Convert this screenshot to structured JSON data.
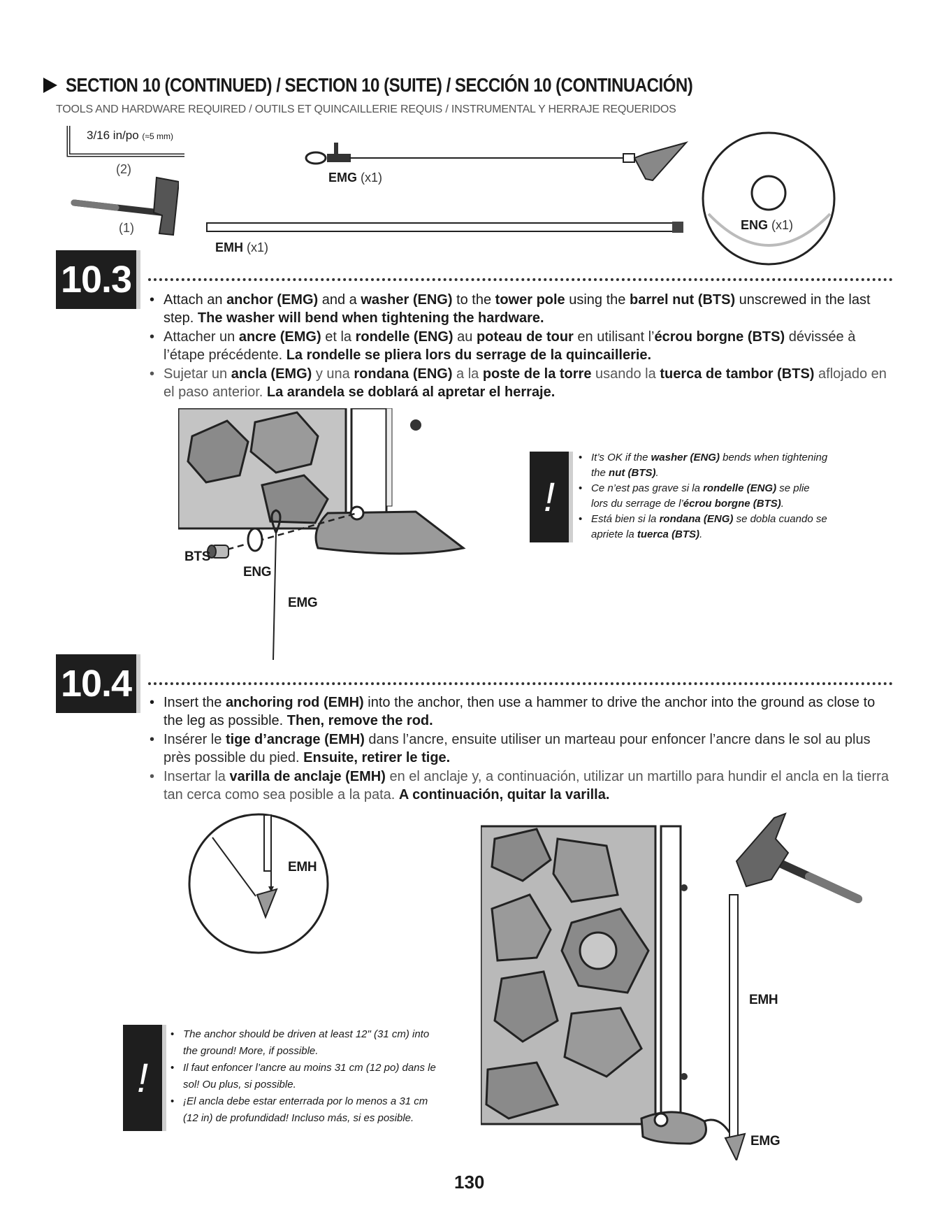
{
  "header": {
    "title": "SECTION 10 (CONTINUED) / SECTION 10 (SUITE) / SECCIÓN 10 (CONTINUACIÓN)",
    "tools_title": "TOOLS AND HARDWARE REQUIRED / OUTILS ET QUINCAILLERIE REQUIS / INSTRUMENTAL Y HERRAJE REQUERIDOS"
  },
  "tools": {
    "hex_key": {
      "size": "3/16 in/po",
      "metric": "(≈5 mm)",
      "qty": "(2)"
    },
    "hammer": {
      "qty": "(1)"
    }
  },
  "hardware": [
    {
      "code": "EMG",
      "qty": "(x1)"
    },
    {
      "code": "EMH",
      "qty": "(x1)"
    },
    {
      "code": "ENG",
      "qty": "(x1)"
    }
  ],
  "step_10_3": {
    "number": "10.3",
    "en": [
      "Attach an ",
      "anchor (EMG)",
      " and a ",
      "washer (ENG)",
      " to the ",
      "tower pole",
      " using the ",
      "barrel nut (BTS)",
      " unscrewed in the last step. ",
      "The washer will bend when tightening the hardware."
    ],
    "fr": [
      "Attacher un ",
      "ancre (EMG)",
      " et la ",
      "rondelle (ENG)",
      " au ",
      "poteau de tour",
      " en utilisant l’",
      "écrou borgne (BTS)",
      " dévissée à l’étape précédente. ",
      "La rondelle se pliera lors du serrage de la quincaillerie."
    ],
    "es": [
      "Sujetar un ",
      "ancla (EMG)",
      " y una ",
      "rondana (ENG)",
      " a la ",
      "poste de la torre",
      " usando la ",
      "tuerca de tambor (BTS)",
      " aflojado en el paso anterior. ",
      "La arandela se doblará al apretar el herraje."
    ],
    "figure_labels": {
      "bts": "BTS",
      "eng": "ENG",
      "emg": "EMG"
    },
    "warning": {
      "symbol": "!",
      "en": [
        "It’s OK if the ",
        "washer (ENG)",
        " bends when tightening the ",
        "nut (BTS)",
        "."
      ],
      "fr": [
        "Ce n’est pas grave si la ",
        "rondelle (ENG)",
        " se plie lors du serrage de l’",
        "écrou borgne (BTS)",
        "."
      ],
      "es": [
        "Está bien si la ",
        "rondana (ENG)",
        " se dobla cuando se apriete la ",
        "tuerca (BTS)",
        "."
      ]
    }
  },
  "step_10_4": {
    "number": "10.4",
    "en": [
      "Insert the ",
      "anchoring rod (EMH)",
      " into the anchor, then use a hammer to drive the anchor into the ground as close to the leg as possible. ",
      "Then, remove the rod."
    ],
    "fr": [
      "Insérer le ",
      "tige d’ancrage (EMH)",
      " dans l’ancre, ensuite utiliser un marteau pour enfoncer l’ancre dans le sol au plus près possible du pied. ",
      "Ensuite, retirer le tige."
    ],
    "es": [
      "Insertar la ",
      "varilla de anclaje (EMH)",
      " en el anclaje y, a continuación, utilizar un martillo para hundir el ancla en la tierra tan cerca como sea posible a la pata. ",
      "A continuación, quitar la varilla."
    ],
    "figure_labels": {
      "emh_detail": "EMH",
      "emh": "EMH",
      "emg": "EMG"
    },
    "warning": {
      "symbol": "!",
      "en": "The anchor should be driven at least 12\" (31 cm) into the ground! More, if possible.",
      "fr": "Il faut enfoncer l’ancre au moins 31 cm (12 po) dans le sol! Ou plus, si possible.",
      "es": "¡El ancla debe estar enterrada por lo menos a 31 cm (12 in) de profundidad! Incluso más, si es posible."
    }
  },
  "page_number": "130",
  "colors": {
    "badge": "#1e1e1e",
    "panel_gray": "#bdbdbd",
    "dark_gray": "#6b6b6b"
  }
}
